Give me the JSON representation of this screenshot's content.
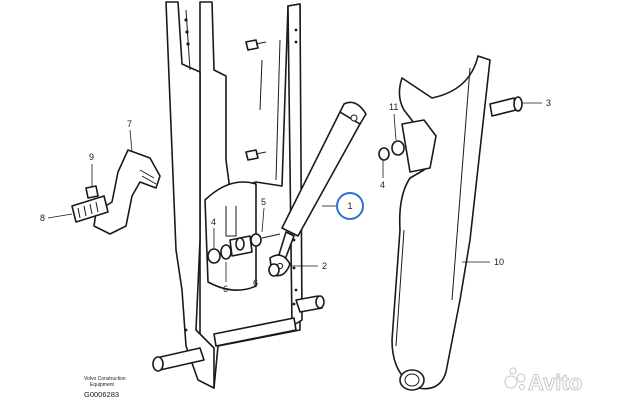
{
  "callouts": [
    {
      "id": "1",
      "label": "1",
      "highlighted": true
    },
    {
      "id": "2",
      "label": "2"
    },
    {
      "id": "3",
      "label": "3"
    },
    {
      "id": "4a",
      "label": "4"
    },
    {
      "id": "4b",
      "label": "4"
    },
    {
      "id": "5",
      "label": "5"
    },
    {
      "id": "6a",
      "label": "6"
    },
    {
      "id": "6b",
      "label": "6"
    },
    {
      "id": "7",
      "label": "7"
    },
    {
      "id": "8",
      "label": "8"
    },
    {
      "id": "9",
      "label": "9"
    },
    {
      "id": "10",
      "label": "10"
    },
    {
      "id": "11",
      "label": "11"
    }
  ],
  "caption": {
    "line1": "Volvo Construction",
    "line2": "Equipment",
    "code": "G0006283"
  },
  "watermark": {
    "text": "Avito"
  },
  "colors": {
    "line": "#1a1a1a",
    "highlight": "#2e6fd6"
  }
}
